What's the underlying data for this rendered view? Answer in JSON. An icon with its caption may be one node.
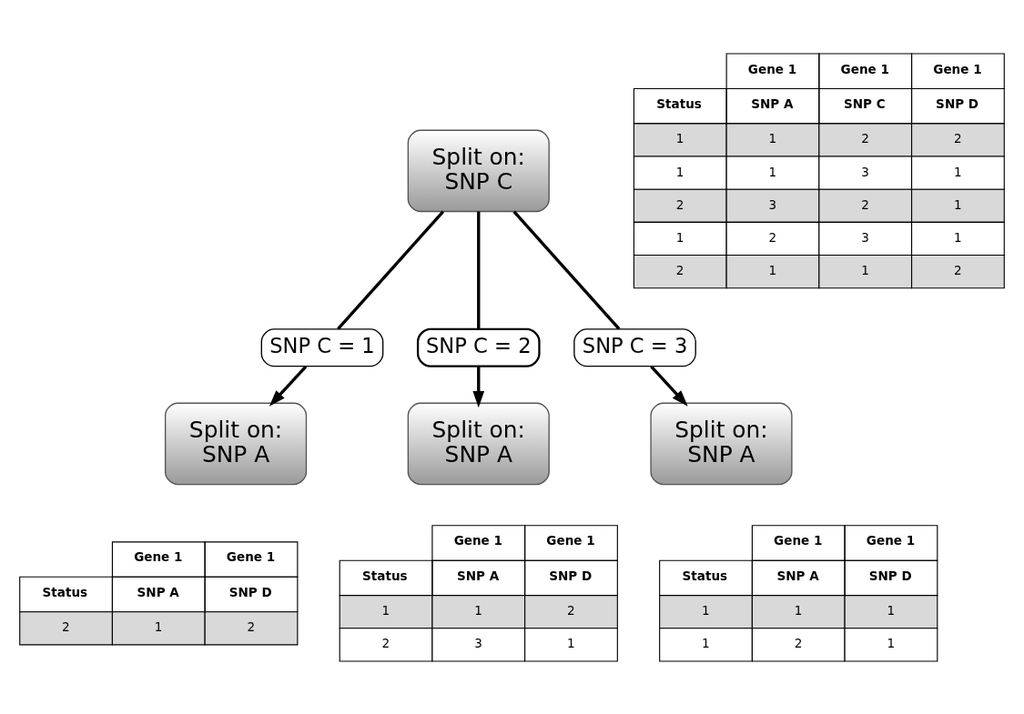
{
  "diagram": {
    "nodes": [
      {
        "text": [
          "Split on: SNP C"
        ]
      },
      {
        "text": [
          "SNP C = 1"
        ]
      },
      {
        "text": [
          "SNP C = 2"
        ]
      },
      {
        "text": [
          "SNP C = 3"
        ]
      },
      {
        "text": [
          "Split on: SNP A"
        ]
      },
      {
        "text": [
          "Split on: SNP A"
        ]
      },
      {
        "text": [
          "Split on: SNP A"
        ]
      }
    ],
    "edges": [
      {
        "from": 0,
        "to": 1,
        "arrow": "none"
      },
      {
        "from": 0,
        "to": 2,
        "arrow": "none"
      },
      {
        "from": 0,
        "to": 3,
        "arrow": "none"
      },
      {
        "from": 1,
        "to": 4,
        "arrow": "to"
      },
      {
        "from": 2,
        "to": 5,
        "arrow": "to"
      },
      {
        "from": 3,
        "to": 6,
        "arrow": "to"
      }
    ],
    "labels": [
      "Gene 1",
      "Gene 1",
      "Gene 1",
      "Status",
      "SNP A",
      "SNP C",
      "SNP D",
      "1",
      "1",
      "2",
      "2",
      "1",
      "1",
      "3",
      "1",
      "2",
      "3",
      "2",
      "1",
      "1",
      "2",
      "3",
      "1",
      "2",
      "1",
      "1",
      "2",
      "Gene 1",
      "Gene 1",
      "Status",
      "SNP A",
      "SNP D",
      "2",
      "1",
      "2",
      "Gene 1",
      "Gene 1",
      "Status",
      "SNP A",
      "SNP D",
      "1",
      "1",
      "2",
      "2",
      "3",
      "1",
      "Gene 1",
      "Gene 1",
      "Status",
      "SNP A",
      "SNP D",
      "1",
      "1",
      "1",
      "1",
      "2",
      "1"
    ]
  }
}
